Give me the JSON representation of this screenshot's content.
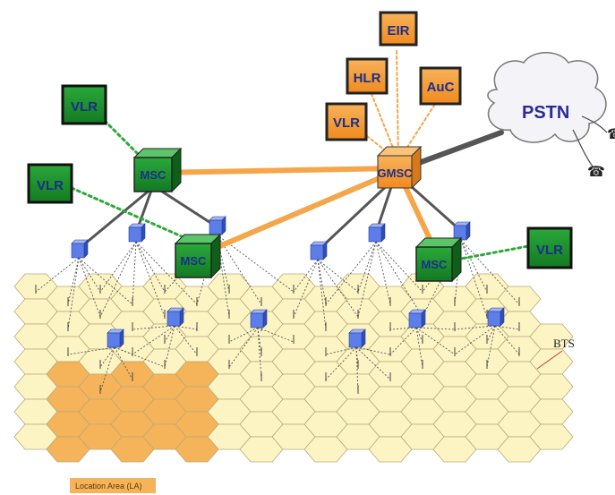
{
  "diagram": {
    "nodes": {
      "eir": "EIR",
      "hlr": "HLR",
      "auc": "AuC",
      "vlr_core": "VLR",
      "gmsc": "GMSC",
      "pstn": "PSTN",
      "msc_left_top": "MSC",
      "msc_left_mid": "MSC",
      "msc_right": "MSC",
      "vlr_left_top": "VLR",
      "vlr_left_mid": "VLR",
      "vlr_right": "VLR"
    },
    "labels": {
      "bts": "BTS",
      "location_area": "Location Area (LA)"
    },
    "colors": {
      "orange_box": "#f7a23a",
      "green_box": "#1f8f2a",
      "green_text": "#1a2f8a",
      "orange_text": "#1a2f8a",
      "cell_fill": "#fdf4c4",
      "la_fill": "#f5b45a",
      "core_link": "#f5a54a",
      "vlr_link": "#2ea83a",
      "bts_cube": "#5b7ee8"
    },
    "icons": [
      "telephone-icon",
      "telephone-icon"
    ]
  }
}
